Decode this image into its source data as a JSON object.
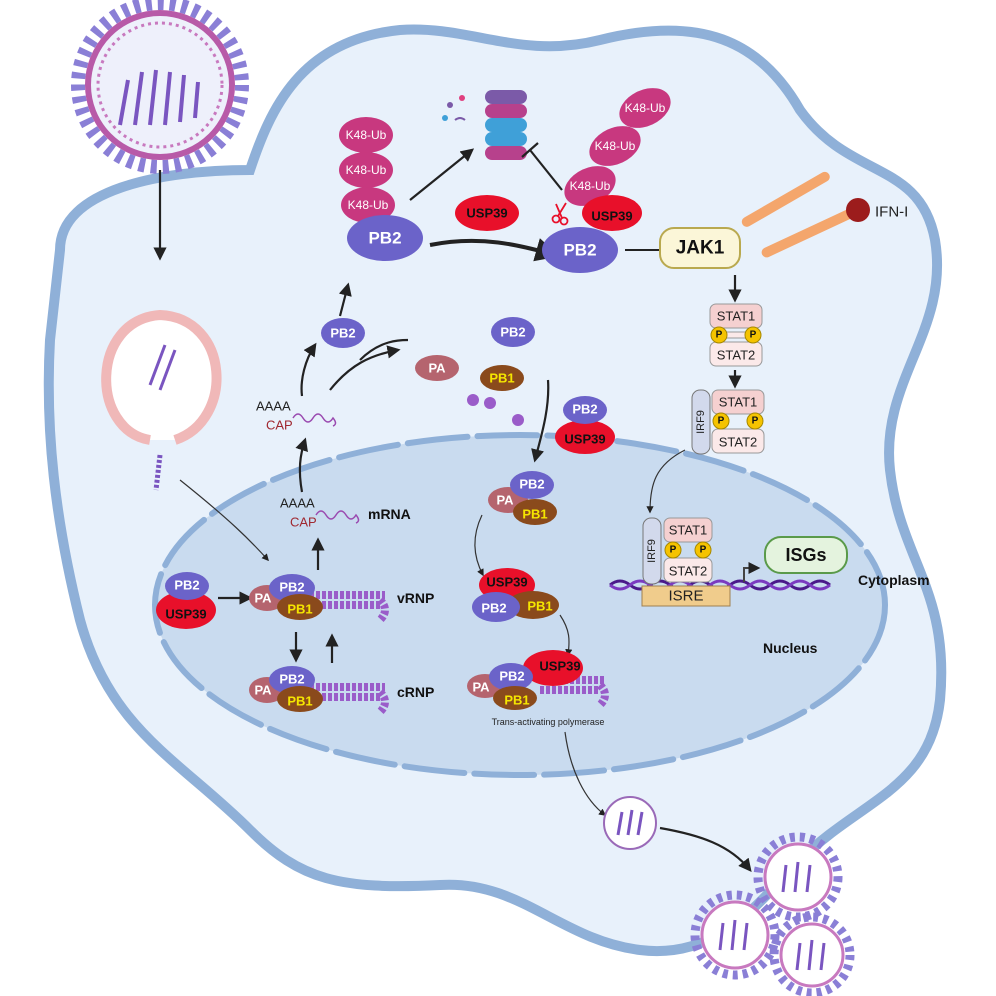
{
  "labels": {
    "k48": "K48-Ub",
    "pb2": "PB2",
    "pb1": "PB1",
    "pa": "PA",
    "usp39": "USP39",
    "jak1": "JAK1",
    "ifn": "IFN-I",
    "stat1": "STAT1",
    "stat2": "STAT2",
    "p": "P",
    "irf9": "IRF9",
    "isre": "ISRE",
    "isgs": "ISGs",
    "aaaa": "AAAA",
    "cap": "CAP",
    "mrna": "mRNA",
    "vrnp": "vRNP",
    "crnp": "cRNP",
    "cytoplasm": "Cytoplasm",
    "nucleus": "Nucleus",
    "trans": "Trans-activating polymerase"
  },
  "colors": {
    "pb2": "#6b63c9",
    "pb1": "#8a4a1c",
    "pa": "#b5646e",
    "usp39": "#e8102a",
    "k48": "#c8387f",
    "cell": "#e8f1fb",
    "nucleus": "#c9dbef",
    "membrane": "#8fb0d8"
  }
}
